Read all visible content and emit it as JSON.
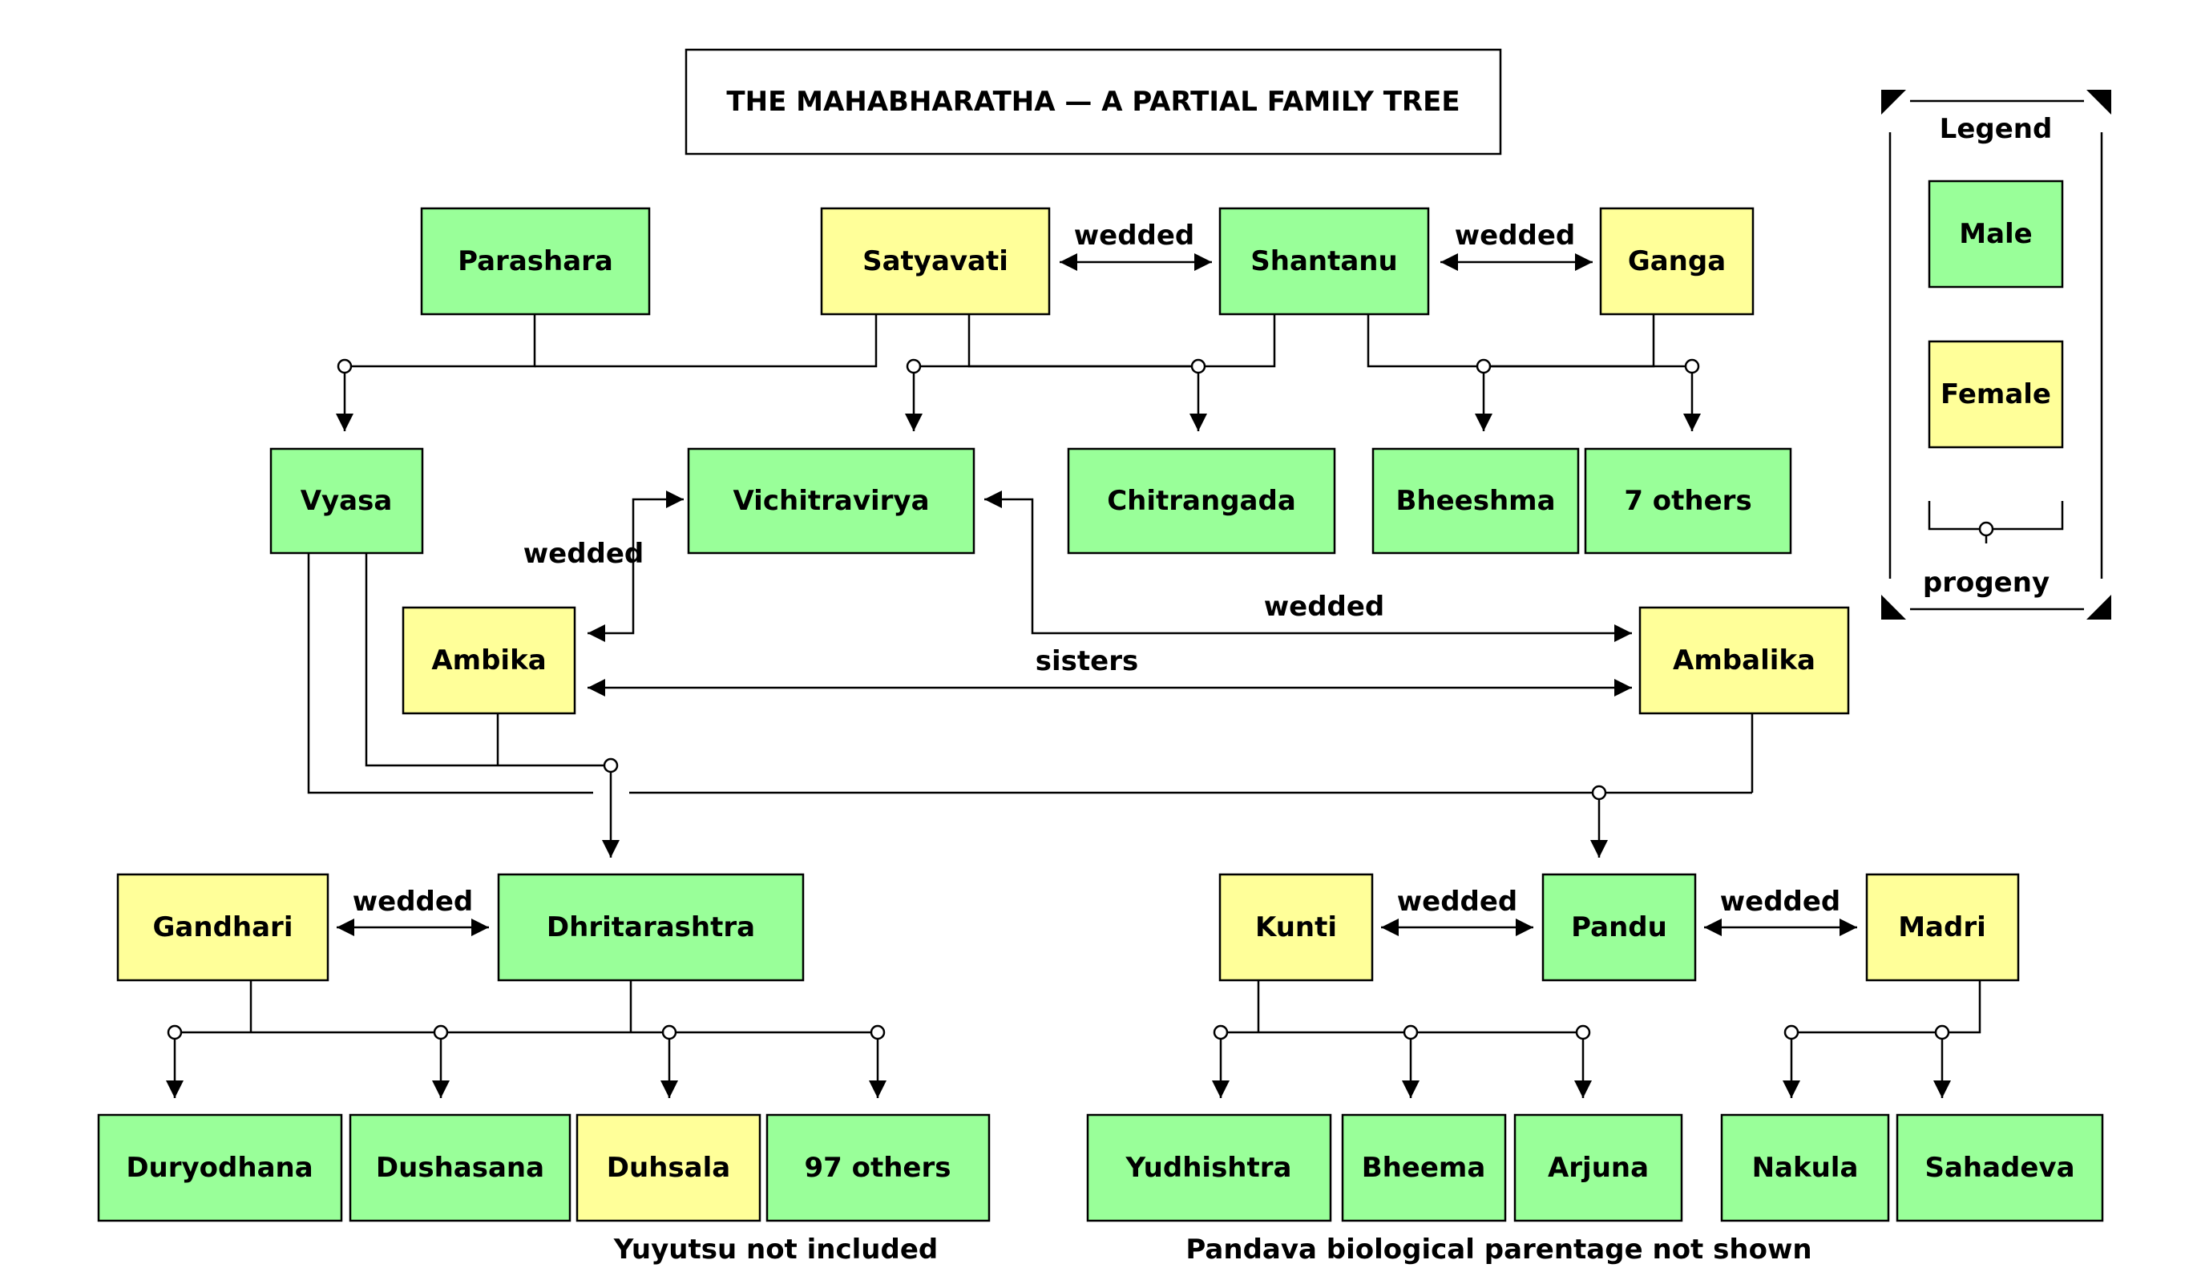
{
  "title": "THE MAHABHARATHA — A PARTIAL FAMILY TREE",
  "legend": {
    "title": "Legend",
    "male": "Male",
    "female": "Female",
    "progeny": "progeny"
  },
  "nodes": {
    "parashara": "Parashara",
    "satyavati": "Satyavati",
    "shantanu": "Shantanu",
    "ganga": "Ganga",
    "vyasa": "Vyasa",
    "vichitravirya": "Vichitravirya",
    "chitrangada": "Chitrangada",
    "bheeshma": "Bheeshma",
    "seven_others": "7 others",
    "ambika": "Ambika",
    "ambalika": "Ambalika",
    "gandhari": "Gandhari",
    "dhritarashtra": "Dhritarashtra",
    "kunti": "Kunti",
    "pandu": "Pandu",
    "madri": "Madri",
    "duryodhana": "Duryodhana",
    "dushasana": "Dushasana",
    "duhsala": "Duhsala",
    "ninety_seven_others": "97 others",
    "yudhishtra": "Yudhishtra",
    "bheema": "Bheema",
    "arjuna": "Arjuna",
    "nakula": "Nakula",
    "sahadeva": "Sahadeva"
  },
  "edge_labels": {
    "satyavati_shantanu": "wedded",
    "shantanu_ganga": "wedded",
    "ambika_vichitravirya": "wedded",
    "vichitravirya_ambalika": "wedded",
    "ambika_ambalika": "sisters",
    "gandhari_dhritarashtra": "wedded",
    "kunti_pandu": "wedded",
    "pandu_madri": "wedded"
  },
  "notes": {
    "yuyutsu": "Yuyutsu not included",
    "pandava": "Pandava biological parentage not shown"
  },
  "colors": {
    "male": "#99ff99",
    "female": "#ffff99",
    "line": "#000000"
  }
}
